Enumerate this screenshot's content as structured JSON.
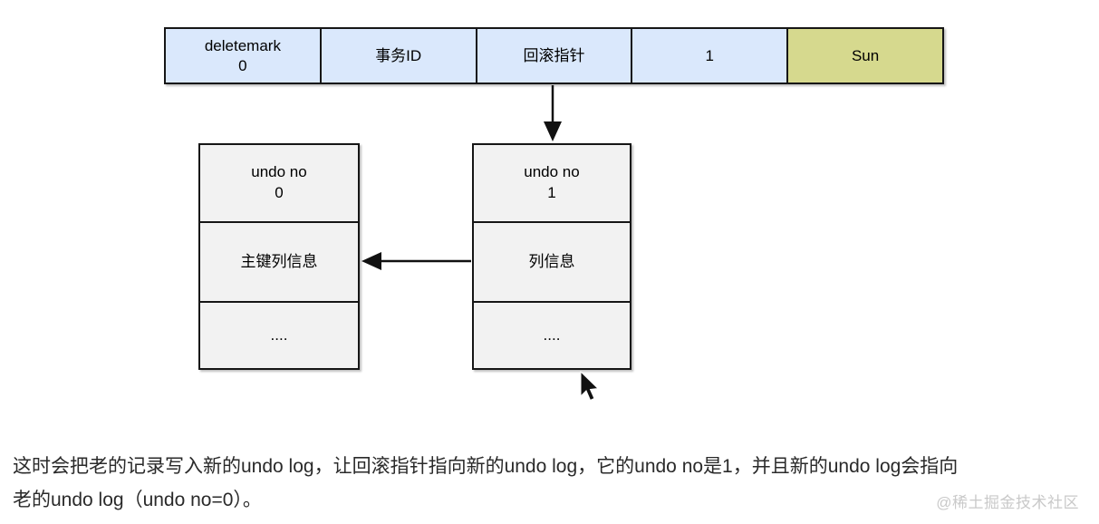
{
  "colors": {
    "cell_blue": "#dae8fc",
    "cell_highlight_olive": "#d6d98e",
    "box_gray": "#f2f2f2",
    "border": "#161616",
    "caption_text": "#2a2a2a",
    "watermark_gray": "#c9c9c9"
  },
  "top_table": {
    "cells": [
      {
        "line1": "deletemark",
        "line2": "0"
      },
      {
        "line1": "事务ID"
      },
      {
        "line1": "回滚指针"
      },
      {
        "line1": "1"
      },
      {
        "line1": "Sun"
      }
    ]
  },
  "undo_log_0": {
    "rows": [
      {
        "line1": "undo no",
        "line2": "0"
      },
      {
        "line1": "主键列信息"
      },
      {
        "line1": "...."
      }
    ]
  },
  "undo_log_1": {
    "rows": [
      {
        "line1": "undo no",
        "line2": "1"
      },
      {
        "line1": "列信息"
      },
      {
        "line1": "...."
      }
    ]
  },
  "caption": {
    "line1": "这时会把老的记录写入新的undo log，让回滚指针指向新的undo log，它的undo no是1，并且新的undo log会指向",
    "line2": "老的undo log（undo no=0）。"
  },
  "watermark": "@稀土掘金技术社区"
}
